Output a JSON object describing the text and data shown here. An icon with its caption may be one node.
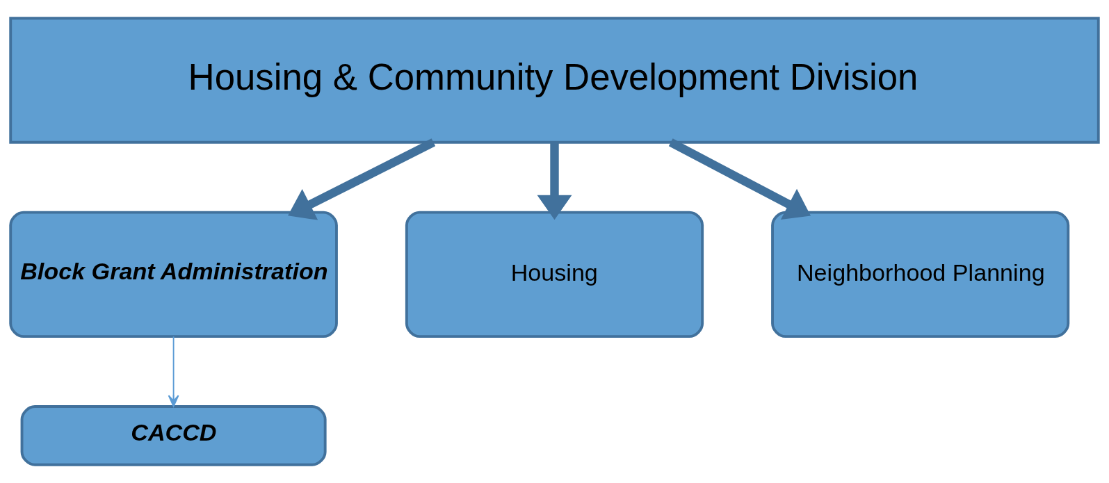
{
  "diagram": {
    "nodes": [
      {
        "text": [
          "Housing & Community Development Division"
        ]
      },
      {
        "text": [
          "Block Grant Administration"
        ]
      },
      {
        "text": [
          "Housing"
        ]
      },
      {
        "text": [
          "Neighborhood Planning"
        ]
      },
      {
        "text": [
          "CACCD"
        ]
      }
    ],
    "edges": [
      {
        "from": 0,
        "to": 1,
        "arrow": "to"
      },
      {
        "from": 0,
        "to": 2,
        "arrow": "to"
      },
      {
        "from": 0,
        "to": 3,
        "arrow": "to"
      },
      {
        "from": 1,
        "to": 4,
        "arrow": "to",
        "color": "#5b9bd5"
      }
    ]
  }
}
